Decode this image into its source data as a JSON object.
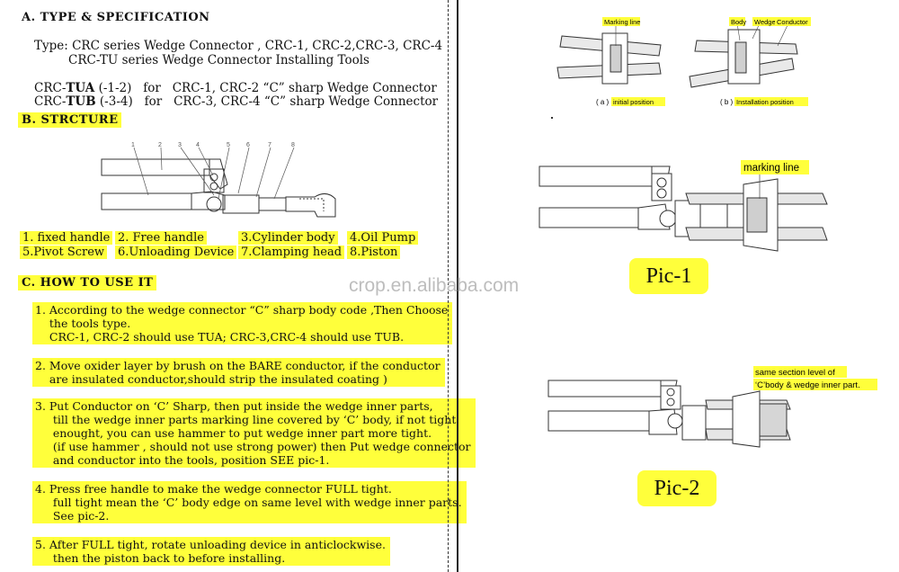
{
  "sections": {
    "a_title": "A. TYPE & SPECIFICATION",
    "b_title": "B. STRCTURE",
    "c_title": "C. HOW TO USE IT"
  },
  "type": {
    "line1": "Type: CRC series Wedge Connector , CRC-1, CRC-2,CRC-3, CRC-4",
    "line2": "CRC-TU series Wedge Connector Installing Tools"
  },
  "spec": [
    {
      "prefix": "CRC-",
      "bold": "TUA",
      "suffix": " (-1-2)   for   CRC-1, CRC-2 “C” sharp Wedge Connector"
    },
    {
      "prefix": "CRC-",
      "bold": "TUB",
      "suffix": " (-3-4)   for   CRC-3, CRC-4 “C” sharp Wedge Connector"
    }
  ],
  "numbers": [
    "1",
    "2",
    "3",
    "4",
    "5",
    "6",
    "7",
    "8"
  ],
  "parts": [
    "1. fixed handle",
    "2. Free handle",
    "3.Cylinder body",
    "4.Oil Pump",
    "5.Pivot Screw",
    "6.Unloading Device",
    "7.Clamping head",
    "8.Piston"
  ],
  "steps": [
    "1. According to the wedge connector “C” sharp body code ,Then Choose\n    the tools type.\n    CRC-1, CRC-2 should use TUA; CRC-3,CRC-4 should use TUB.",
    "2. Move oxider layer by brush on the BARE conductor, if the conductor\n    are insulated conductor,should strip the insulated coating )",
    "3. Put Conductor on ‘C’ Sharp, then put inside the wedge inner parts,\n     till the wedge inner parts marking line covered by ‘C’ body, if not tight\n     enought, you can use hammer to put wedge inner part more tight.\n     (if use hammer , should not use strong power) then Put wedge connector\n     and conductor into the tools, position SEE pic-1.",
    "4. Press free handle to make the wedge connector FULL tight.\n     full tight mean the ‘C’ body edge on same level with wedge inner parts.\n     See pic-2.",
    "5. After FULL tight, rotate unloading device in anticlockwise.\n     then the piston back to before installing."
  ],
  "watermark": "crop.en.alibaba.com",
  "diagram_top": {
    "marking_line": "Marking line",
    "body": "Body",
    "wedge": "Wedge",
    "conductor": "Conductor",
    "caption_a_prefix": "( a )",
    "caption_a": "initial position",
    "caption_b_prefix": "( b )",
    "caption_b": "Installation position"
  },
  "pic1": {
    "label": "Pic-1",
    "note": "marking line"
  },
  "pic2": {
    "label": "Pic-2",
    "note_line1": "same section level of",
    "note_line2": "‘C’body & wedge inner part."
  },
  "colors": {
    "highlight": "#ffff3b",
    "text": "#111111"
  }
}
